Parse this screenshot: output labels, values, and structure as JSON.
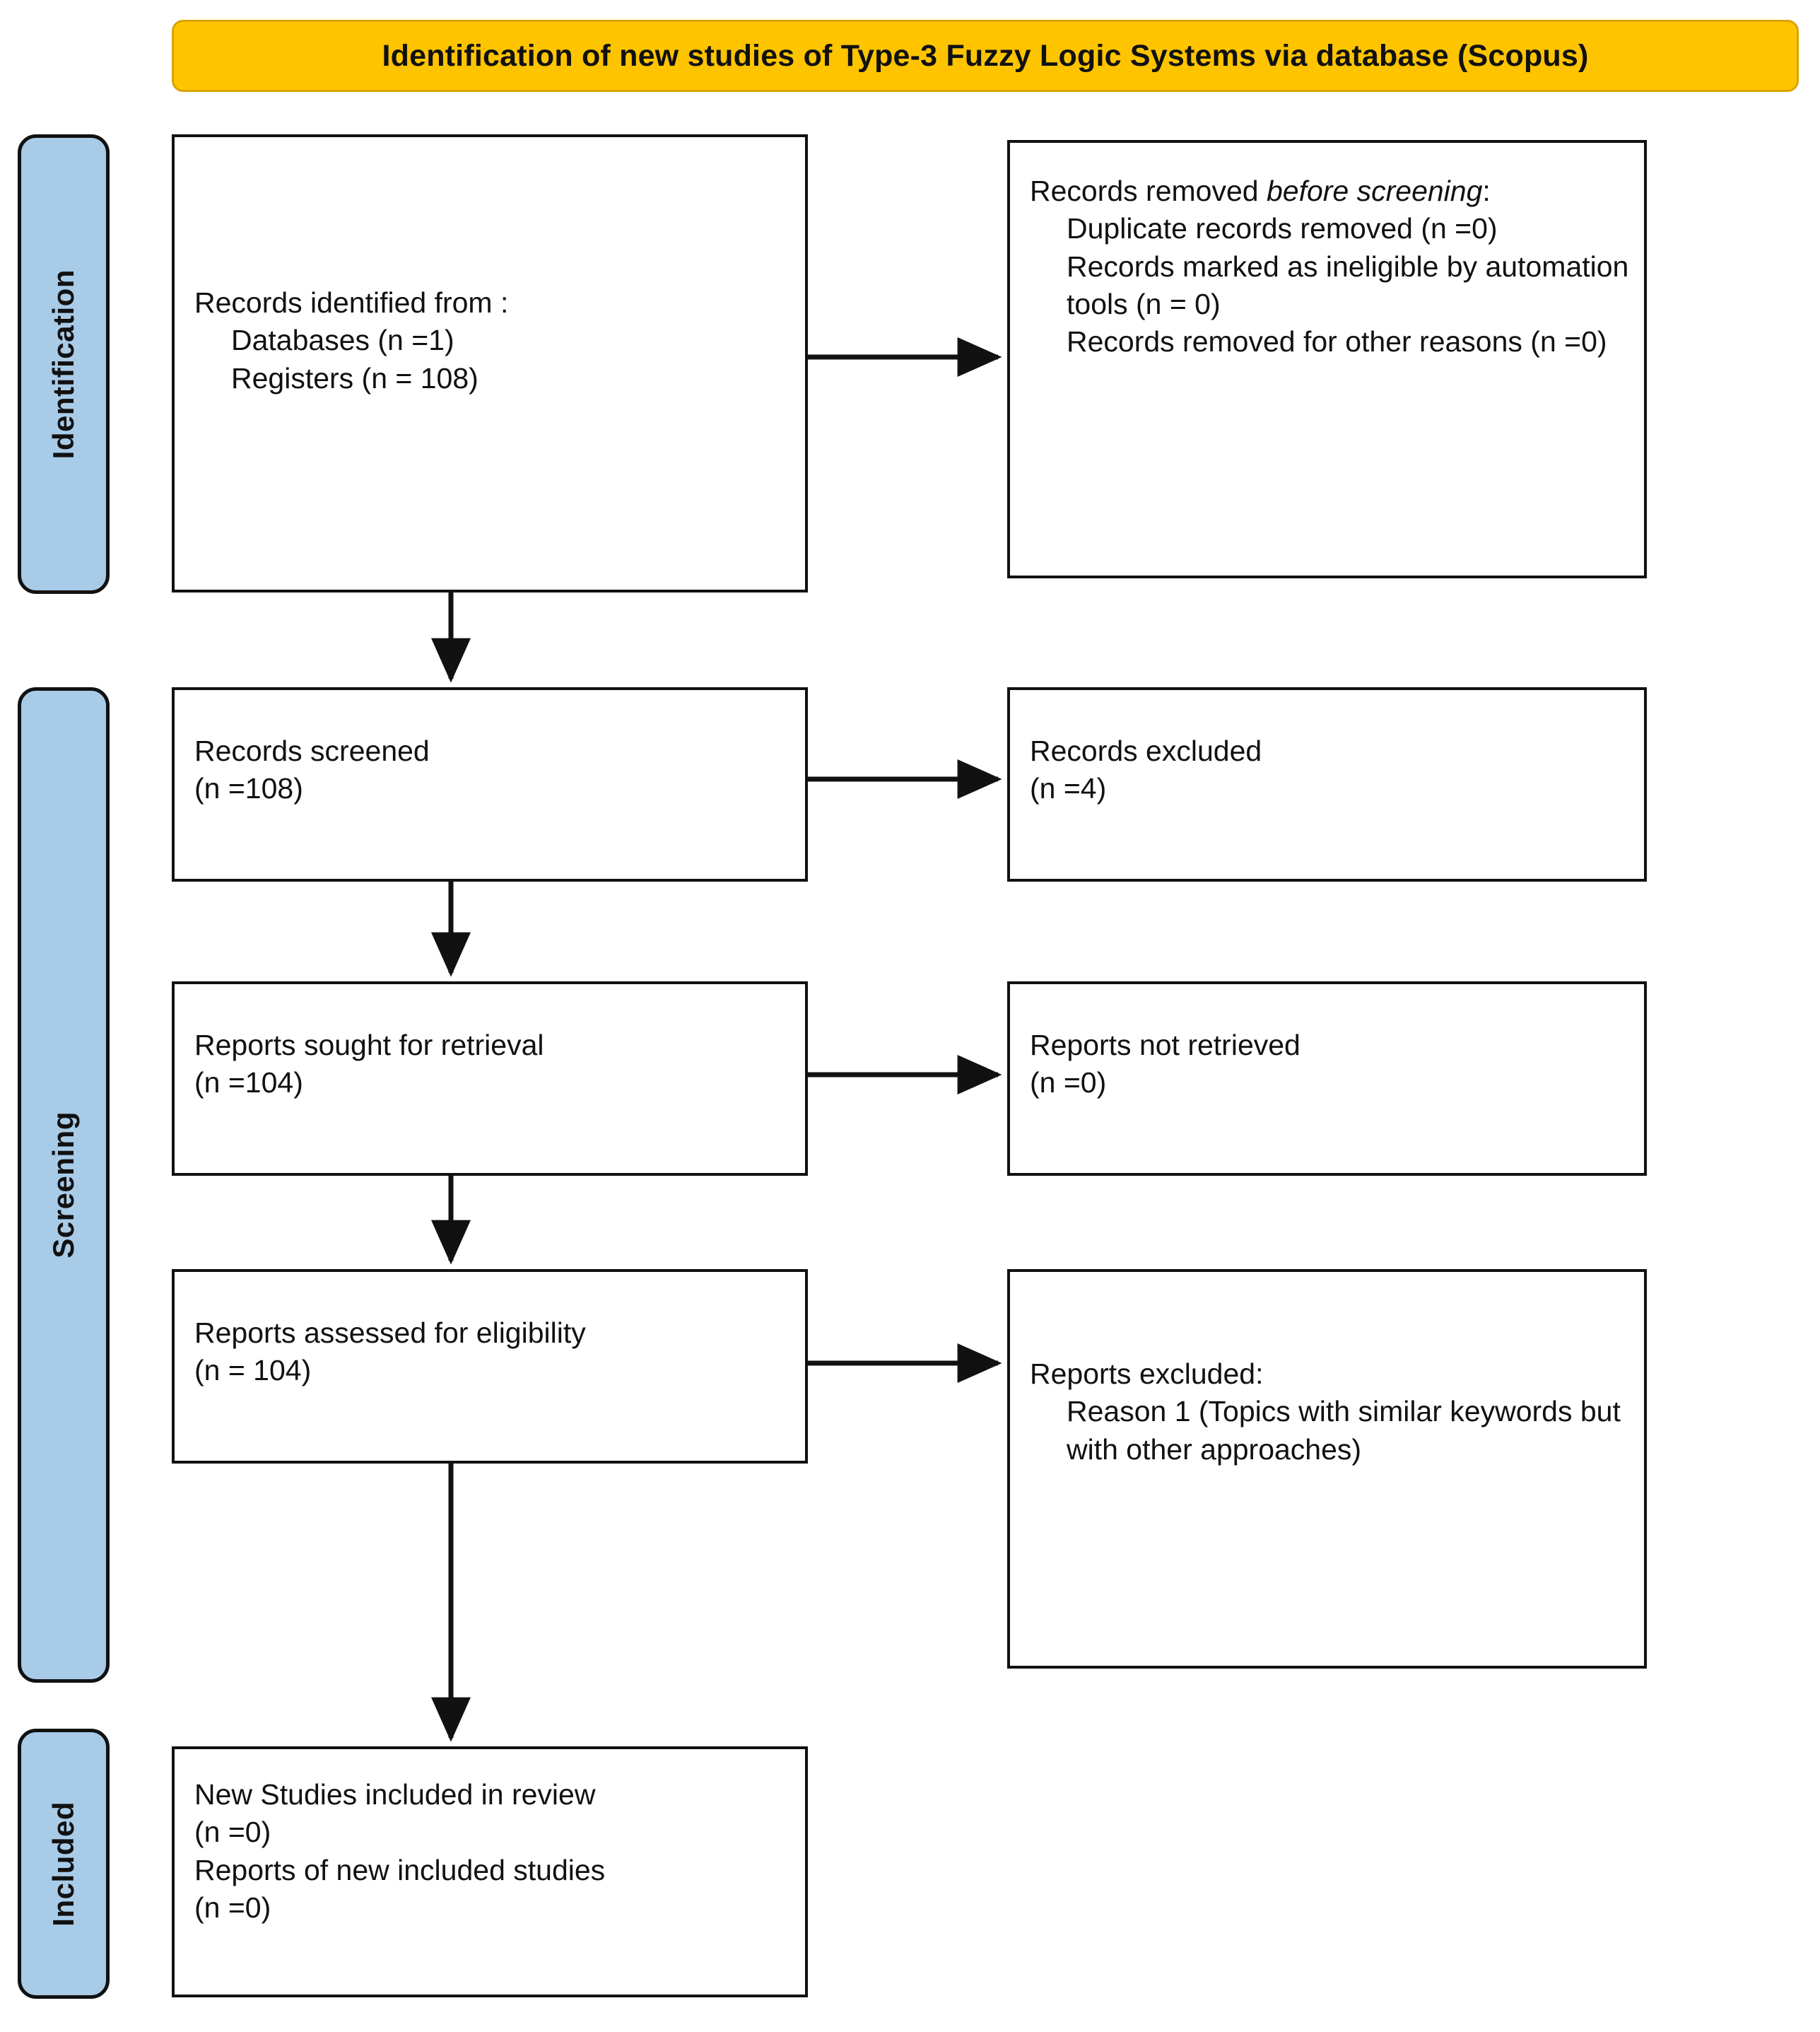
{
  "header": {
    "title": "Identification of new studies of Type-3 Fuzzy Logic Systems via database (Scopus)",
    "background_color": "#FFC400",
    "border_color": "#D9A300"
  },
  "stages": [
    {
      "id": "identification",
      "label": "Identification",
      "color": "#A8CBE8"
    },
    {
      "id": "screening",
      "label": "Screening",
      "color": "#A8CBE8"
    },
    {
      "id": "included",
      "label": "Included",
      "color": "#A8CBE8"
    }
  ],
  "boxes": {
    "identified": {
      "name": "records-identified",
      "lines": [
        "Records identified from :",
        "Databases (n =1)",
        "Registers (n = 108)"
      ]
    },
    "removed_before_screening": {
      "name": "records-removed-before-screening",
      "title_plain": "Records removed ",
      "title_italic": "before screening",
      "title_tail": ":",
      "lines": [
        "Duplicate records removed (n =0)",
        "Records marked as ineligible by automation tools (n = 0)",
        "Records removed for other reasons (n =0)"
      ]
    },
    "screened": {
      "name": "records-screened",
      "lines": [
        "Records screened",
        "(n =108)"
      ]
    },
    "records_excluded": {
      "name": "records-excluded",
      "lines": [
        "Records excluded",
        "(n =4)"
      ]
    },
    "sought": {
      "name": "reports-sought-for-retrieval",
      "lines": [
        "Reports sought for retrieval",
        "(n =104)"
      ]
    },
    "not_retrieved": {
      "name": "reports-not-retrieved",
      "lines": [
        "Reports not retrieved",
        "(n =0)"
      ]
    },
    "assessed": {
      "name": "reports-assessed-for-eligibility",
      "lines": [
        "Reports assessed for eligibility",
        "(n = 104)"
      ]
    },
    "reports_excluded": {
      "name": "reports-excluded",
      "heading": "Reports excluded:",
      "reasons": [
        "Reason 1 (Topics with similar keywords but with other approaches)"
      ]
    },
    "included": {
      "name": "new-studies-included",
      "lines": [
        "New Studies included in review",
        "(n =0)",
        "Reports of new included studies",
        "(n =0)"
      ]
    }
  }
}
